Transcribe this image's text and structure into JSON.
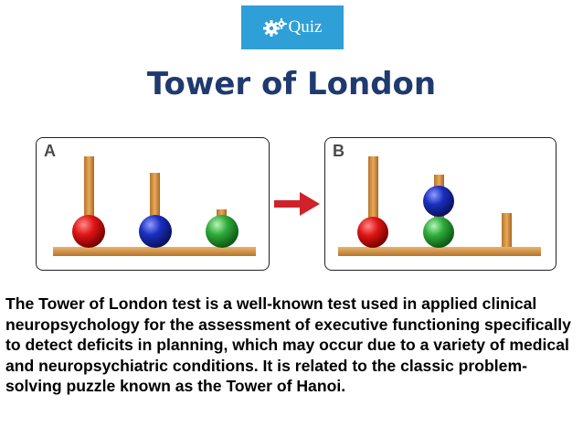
{
  "badge": {
    "label": "Quiz",
    "icon": "gears-icon",
    "color": "#2f9fd8"
  },
  "title": "Tower of London",
  "panels": [
    {
      "label": "A"
    },
    {
      "label": "B"
    }
  ],
  "colors": {
    "red": "#d11",
    "blue": "#1a2fbf",
    "green": "#2eab3a",
    "wood": "#d99a4a",
    "arrow": "#d0222b",
    "title": "#1f3a6e"
  },
  "description": "The Tower of London test is a well-known test used in applied clinical neuropsychology for the assessment of executive functioning specifically to detect deficits in planning, which may occur due to a variety of medical and neuropsychiatric conditions. It is related to the classic problem-solving puzzle known as the Tower of Hanoi."
}
